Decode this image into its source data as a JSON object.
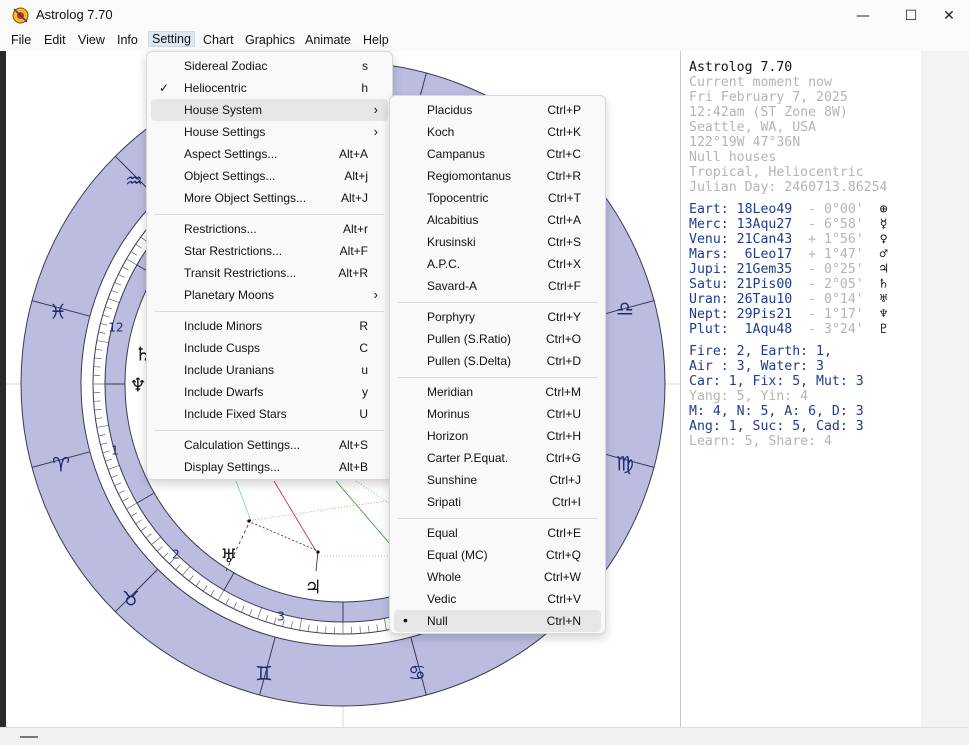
{
  "window": {
    "title": "Astrolog 7.70",
    "minimize": "—",
    "maximize": "☐",
    "close": "✕"
  },
  "menubar": [
    "File",
    "Edit",
    "View",
    "Info",
    "Setting",
    "Chart",
    "Graphics",
    "Animate",
    "Help"
  ],
  "setting_menu": [
    {
      "label": "Sidereal Zodiac",
      "accel": "s"
    },
    {
      "label": "Heliocentric",
      "accel": "h",
      "checked": true
    },
    {
      "label": "House System",
      "submenu": true,
      "highlighted": true
    },
    {
      "label": "House Settings",
      "submenu": true
    },
    {
      "label": "Aspect Settings...",
      "accel": "Alt+A"
    },
    {
      "label": "Object Settings...",
      "accel": "Alt+j"
    },
    {
      "label": "More Object Settings...",
      "accel": "Alt+J"
    },
    {
      "separator": true
    },
    {
      "label": "Restrictions...",
      "accel": "Alt+r"
    },
    {
      "label": "Star Restrictions...",
      "accel": "Alt+F"
    },
    {
      "label": "Transit Restrictions...",
      "accel": "Alt+R"
    },
    {
      "label": "Planetary Moons",
      "submenu": true
    },
    {
      "separator": true
    },
    {
      "label": "Include Minors",
      "accel": "R"
    },
    {
      "label": "Include Cusps",
      "accel": "C"
    },
    {
      "label": "Include Uranians",
      "accel": "u"
    },
    {
      "label": "Include Dwarfs",
      "accel": "y"
    },
    {
      "label": "Include Fixed Stars",
      "accel": "U"
    },
    {
      "separator": true
    },
    {
      "label": "Calculation Settings...",
      "accel": "Alt+S"
    },
    {
      "label": "Display Settings...",
      "accel": "Alt+B"
    }
  ],
  "house_menu": [
    {
      "label": "Placidus",
      "accel": "Ctrl+P"
    },
    {
      "label": "Koch",
      "accel": "Ctrl+K"
    },
    {
      "label": "Campanus",
      "accel": "Ctrl+C"
    },
    {
      "label": "Regiomontanus",
      "accel": "Ctrl+R"
    },
    {
      "label": "Topocentric",
      "accel": "Ctrl+T"
    },
    {
      "label": "Alcabitius",
      "accel": "Ctrl+A"
    },
    {
      "label": "Krusinski",
      "accel": "Ctrl+S"
    },
    {
      "label": "A.P.C.",
      "accel": "Ctrl+X"
    },
    {
      "label": "Savard-A",
      "accel": "Ctrl+F"
    },
    {
      "separator": true
    },
    {
      "label": "Porphyry",
      "accel": "Ctrl+Y"
    },
    {
      "label": "Pullen (S.Ratio)",
      "accel": "Ctrl+O"
    },
    {
      "label": "Pullen (S.Delta)",
      "accel": "Ctrl+D"
    },
    {
      "separator": true
    },
    {
      "label": "Meridian",
      "accel": "Ctrl+M"
    },
    {
      "label": "Morinus",
      "accel": "Ctrl+U"
    },
    {
      "label": "Horizon",
      "accel": "Ctrl+H"
    },
    {
      "label": "Carter P.Equat.",
      "accel": "Ctrl+G"
    },
    {
      "label": "Sunshine",
      "accel": "Ctrl+J"
    },
    {
      "label": "Sripati",
      "accel": "Ctrl+I"
    },
    {
      "separator": true
    },
    {
      "label": "Equal",
      "accel": "Ctrl+E"
    },
    {
      "label": "Equal (MC)",
      "accel": "Ctrl+Q"
    },
    {
      "label": "Whole",
      "accel": "Ctrl+W"
    },
    {
      "label": "Vedic",
      "accel": "Ctrl+V"
    },
    {
      "label": "Null",
      "accel": "Ctrl+N",
      "selected": true,
      "highlighted": true
    }
  ],
  "info": {
    "header": [
      {
        "text": "Astrolog 7.70",
        "tone": "dark"
      },
      {
        "text": "Current moment now",
        "tone": "grey"
      },
      {
        "text": "Fri February 7, 2025",
        "tone": "grey"
      },
      {
        "text": "12:42am (ST Zone 8W)",
        "tone": "grey"
      },
      {
        "text": "Seattle, WA, USA",
        "tone": "grey"
      },
      {
        "text": "122°19W 47°36N",
        "tone": "grey"
      },
      {
        "text": "Null houses",
        "tone": "grey"
      },
      {
        "text": "Tropical, Heliocentric",
        "tone": "grey"
      },
      {
        "text": "Julian Day: 2460713.86254",
        "tone": "grey"
      }
    ],
    "planets": [
      {
        "name": "Eart:",
        "pos": "18Leo49",
        "ret": "- 0°00'",
        "glyph": "⊕"
      },
      {
        "name": "Merc:",
        "pos": "13Aqu27",
        "ret": "- 6°58'",
        "glyph": "☿"
      },
      {
        "name": "Venu:",
        "pos": "21Can43",
        "ret": "+ 1°56'",
        "glyph": "♀"
      },
      {
        "name": "Mars:",
        "pos": " 6Leo17",
        "ret": "+ 1°47'",
        "glyph": "♂"
      },
      {
        "name": "Jupi:",
        "pos": "21Gem35",
        "ret": "- 0°25'",
        "glyph": "♃"
      },
      {
        "name": "Satu:",
        "pos": "21Pis00",
        "ret": "- 2°05'",
        "glyph": "♄"
      },
      {
        "name": "Uran:",
        "pos": "26Tau10",
        "ret": "- 0°14'",
        "glyph": "♅"
      },
      {
        "name": "Nept:",
        "pos": "29Pis21",
        "ret": "- 1°17'",
        "glyph": "♆"
      },
      {
        "name": "Plut:",
        "pos": " 1Aqu48",
        "ret": "- 3°24'",
        "glyph": "♇"
      }
    ],
    "summary": [
      {
        "text": "Fire: 2, Earth: 1,",
        "tone": "navy"
      },
      {
        "text": "Air : 3, Water: 3",
        "tone": "navy"
      },
      {
        "text": "Car: 1, Fix: 5, Mut: 3",
        "tone": "navy"
      },
      {
        "text": "Yang: 5, Yin: 4",
        "tone": "grey"
      },
      {
        "text": "M: 4, N: 5, A: 6, D: 3",
        "tone": "navy"
      },
      {
        "text": "Ang: 1, Suc: 5, Cad: 3",
        "tone": "navy"
      },
      {
        "text": "Learn: 5, Share: 4",
        "tone": "grey"
      }
    ]
  },
  "wheel": {
    "signs": [
      "♒",
      "♓",
      "♈",
      "♉",
      "♊",
      "♋",
      "♌",
      "♍",
      "♎"
    ],
    "houses": [
      "12",
      "1",
      "2",
      "3"
    ],
    "planets": [
      "♄",
      "♆",
      "♅",
      "♃"
    ]
  },
  "colors": {
    "ring": "#bcbce0",
    "ring_stroke": "#3a3a50",
    "menu_highlight": "#e6e6e6",
    "navy_text": "#1e3c8c"
  }
}
